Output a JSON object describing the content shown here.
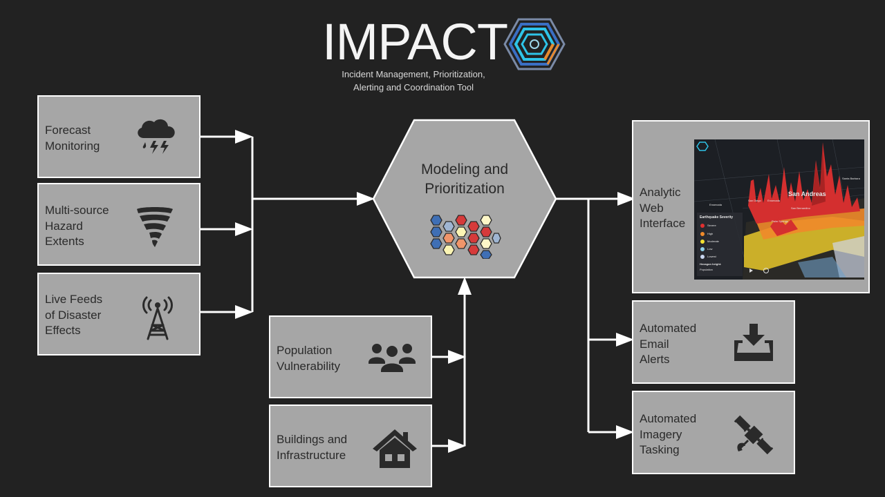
{
  "logo": {
    "wordmark": "IMPACT",
    "subtitle_line1": "Incident Management, Prioritization,",
    "subtitle_line2": "Alerting and Coordination Tool",
    "colors": {
      "cyan": "#2ec4e8",
      "blue": "#3a6fc4",
      "orange": "#e8892a",
      "slate": "#7a8aa6"
    }
  },
  "inputs": [
    {
      "lines": [
        "Forecast",
        "Monitoring"
      ],
      "icon": "storm-cloud-icon"
    },
    {
      "lines": [
        "Multi-source",
        "Hazard",
        "Extents"
      ],
      "icon": "tornado-icon"
    },
    {
      "lines": [
        "Live Feeds",
        "of Disaster",
        "Effects"
      ],
      "icon": "radio-tower-icon"
    }
  ],
  "context_inputs": [
    {
      "lines": [
        "Population",
        "Vulnerability"
      ],
      "icon": "people-group-icon"
    },
    {
      "lines": [
        "Buildings and",
        "Infrastructure"
      ],
      "icon": "house-icon"
    }
  ],
  "center": {
    "lines": [
      "Modeling and",
      "Prioritization"
    ],
    "icon": "hexagon-grid-icon",
    "hex_colors": {
      "blue": "#3f6fb5",
      "light_blue": "#9fb5d2",
      "red": "#d63a3a",
      "orange": "#f0956a",
      "yellow": "#fbf5b4",
      "pale_yellow": "#fdf7c8"
    }
  },
  "outputs": [
    {
      "lines": [
        "Analytic",
        "Web",
        "Interface"
      ],
      "icon": "map-screenshot"
    },
    {
      "lines": [
        "Automated",
        "Email",
        "Alerts"
      ],
      "icon": "inbox-download-icon"
    },
    {
      "lines": [
        "Automated",
        "Imagery",
        "Tasking"
      ],
      "icon": "satellite-icon"
    }
  ],
  "map": {
    "place_main": "San Andreas",
    "places": [
      "San Diego",
      "Ensenada",
      "San Bernardino",
      "Palm Springs",
      "Ensenada",
      "Santa Barbara"
    ],
    "legend_title": "Earthquake Severity",
    "legend_items": [
      {
        "label": "Severe",
        "color": "#e03030"
      },
      {
        "label": "High",
        "color": "#f08a2a"
      },
      {
        "label": "Moderate",
        "color": "#f2e030"
      },
      {
        "label": "Low",
        "color": "#8fd0e8"
      },
      {
        "label": "Lowest",
        "color": "#c9d6f0"
      }
    ],
    "height_label": "Hexagon height:",
    "height_value": "Population"
  },
  "colors": {
    "background": "#222222",
    "box_fill": "#a6a6a6",
    "box_border": "#ffffff",
    "arrow": "#ffffff",
    "icon": "#2a2a2a"
  }
}
